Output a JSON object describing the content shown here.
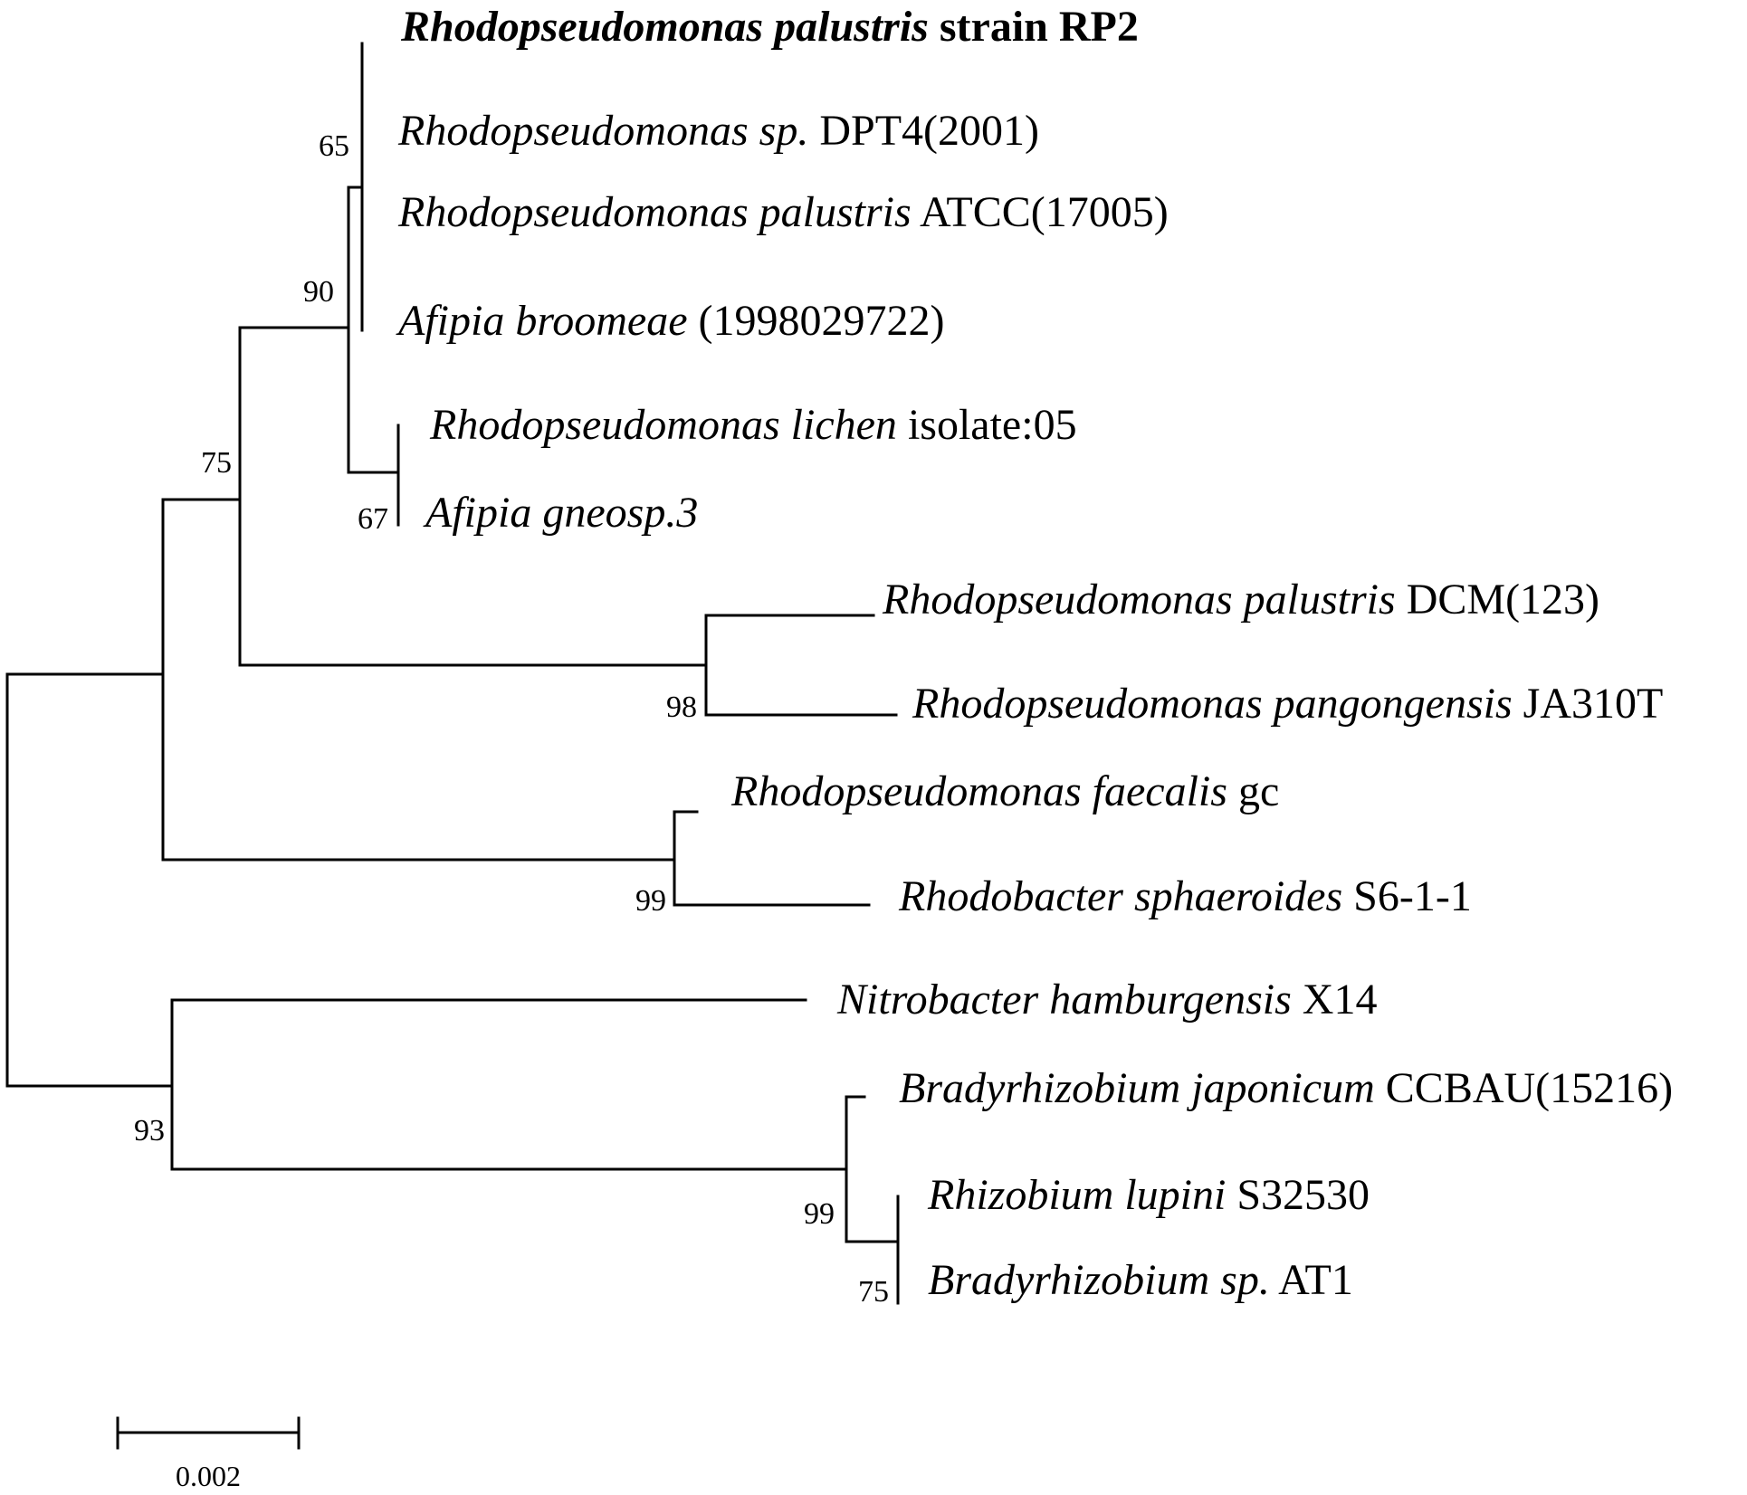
{
  "tree": {
    "leaves": [
      {
        "id": "rp2",
        "italic": "Rhodopseudomonas palustris",
        "plain": " strain RP2",
        "bold": true
      },
      {
        "id": "dpt4",
        "italic": "Rhodopseudomonas sp.",
        "plain": " DPT4(2001)"
      },
      {
        "id": "atcc",
        "italic": "Rhodopseudomonas palustris",
        "plain": " ATCC(17005)"
      },
      {
        "id": "afipia_broomeae",
        "italic": "Afipia broomeae",
        "plain": "  (1998029722)"
      },
      {
        "id": "lichen",
        "italic": "Rhodopseudomonas lichen",
        "plain": " isolate:05"
      },
      {
        "id": "afipia_gneosp",
        "italic": "Afipia gneosp.3",
        "plain": ""
      },
      {
        "id": "dcm",
        "italic": "Rhodopseudomonas palustris",
        "plain": " DCM(123)"
      },
      {
        "id": "pangongensis",
        "italic": "Rhodopseudomonas pangongensis",
        "plain": " JA310T"
      },
      {
        "id": "faecalis",
        "italic": "Rhodopseudomonas faecalis",
        "plain": " gc"
      },
      {
        "id": "sphaeroides",
        "italic": "Rhodobacter sphaeroides",
        "plain": "  S6-1-1"
      },
      {
        "id": "nitrobacter",
        "italic": "Nitrobacter hamburgensis",
        "plain": " X14"
      },
      {
        "id": "brady_jap",
        "italic": "Bradyrhizobium japonicum",
        "plain": " CCBAU(15216)"
      },
      {
        "id": "rhizobium",
        "italic": "Rhizobium lupini",
        "plain": "  S32530"
      },
      {
        "id": "brady_sp",
        "italic": "Bradyrhizobium sp.",
        "plain": " AT1"
      }
    ],
    "bootstrap": {
      "n65": "65",
      "n90": "90",
      "n67": "67",
      "n75a": "75",
      "n98": "98",
      "n99a": "99",
      "n93": "93",
      "n99b": "99",
      "n75b": "75"
    },
    "scale_bar": {
      "value": "0.002"
    }
  }
}
